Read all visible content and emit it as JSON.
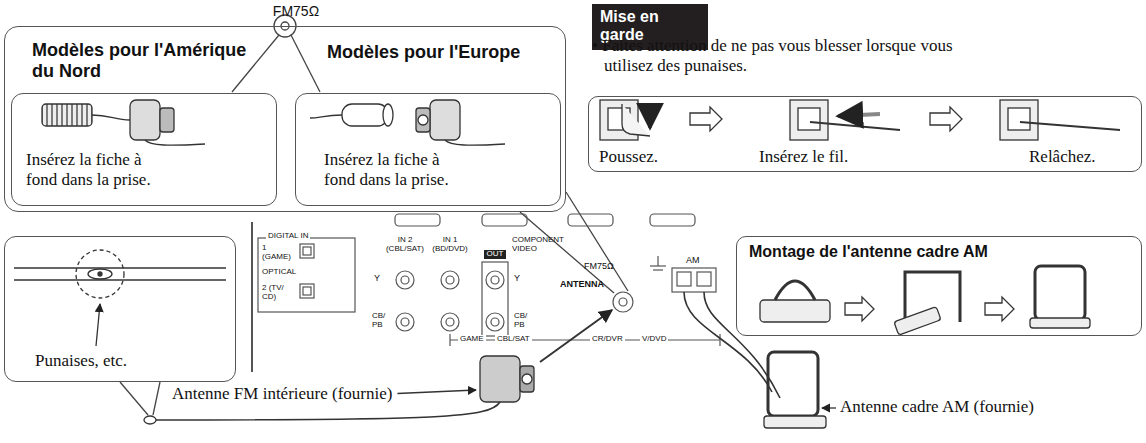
{
  "diagram": {
    "nodes": [
      {
        "text": [
          "FM75Ω"
        ]
      },
      {
        "text": [
          "Modèles pour l'Amérique du Nord",
          "Insérez la fiche à fond dans la prise."
        ],
        "in": 0
      },
      {
        "text": [
          "Modèles pour l'Europe",
          "Insérez la fiche à fond dans la prise."
        ],
        "in": 0
      },
      {
        "text": [
          "Mise en garde"
        ]
      },
      {
        "text": [
          "Poussez.",
          "Insérez le fil.",
          "Relâchez."
        ]
      },
      {
        "text": [
          "Montage de l'antenne cadre AM"
        ]
      },
      {
        "text": [
          "Punaises, etc."
        ]
      }
    ],
    "labels": [
      "• Faites attention de ne pas vous blesser lorsque vous utilisez des punaises.",
      "Antenne FM intérieure (fournie)",
      "Antenne cadre AM (fournie)",
      "DIGITAL IN",
      "1 (GAME)",
      "OPTICAL",
      "2 (TV/ CD)",
      "IN 2 (CBL/SAT)",
      "IN 1 (BD/DVD)",
      "OUT",
      "COMPONENT VIDEO",
      "Y",
      "Y",
      "CB/ PB",
      "CB/ PB",
      "FM75Ω",
      "ANTENNA",
      "AM",
      "GAME",
      "CBL/SAT",
      "CR/DVR",
      "V/DVD"
    ]
  }
}
